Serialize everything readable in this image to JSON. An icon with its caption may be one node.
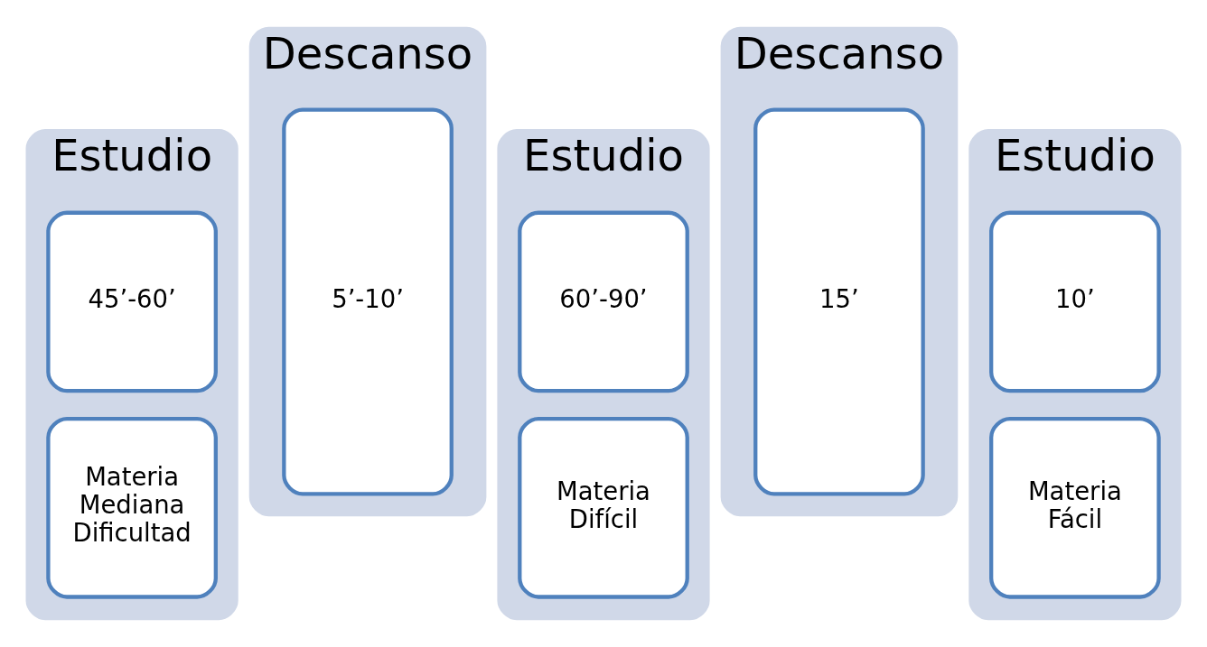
{
  "diagram": {
    "nodes": [
      {
        "text": [
          "Estudio"
        ]
      },
      {
        "text": [
          "45’-60’"
        ],
        "in": 0
      },
      {
        "text": [
          "Materia Mediana Dificultad"
        ],
        "in": 0
      },
      {
        "text": [
          "Descanso"
        ]
      },
      {
        "text": [
          "5’-10’"
        ],
        "in": 3
      },
      {
        "text": [
          "Estudio"
        ]
      },
      {
        "text": [
          "60’-90’"
        ],
        "in": 5
      },
      {
        "text": [
          "Materia Difícil"
        ],
        "in": 5
      },
      {
        "text": [
          "Descanso"
        ]
      },
      {
        "text": [
          "15’"
        ],
        "in": 8
      },
      {
        "text": [
          "Estudio"
        ]
      },
      {
        "text": [
          "10’"
        ],
        "in": 10
      },
      {
        "text": [
          "Materia Fácil"
        ],
        "in": 10
      }
    ],
    "edges": []
  }
}
